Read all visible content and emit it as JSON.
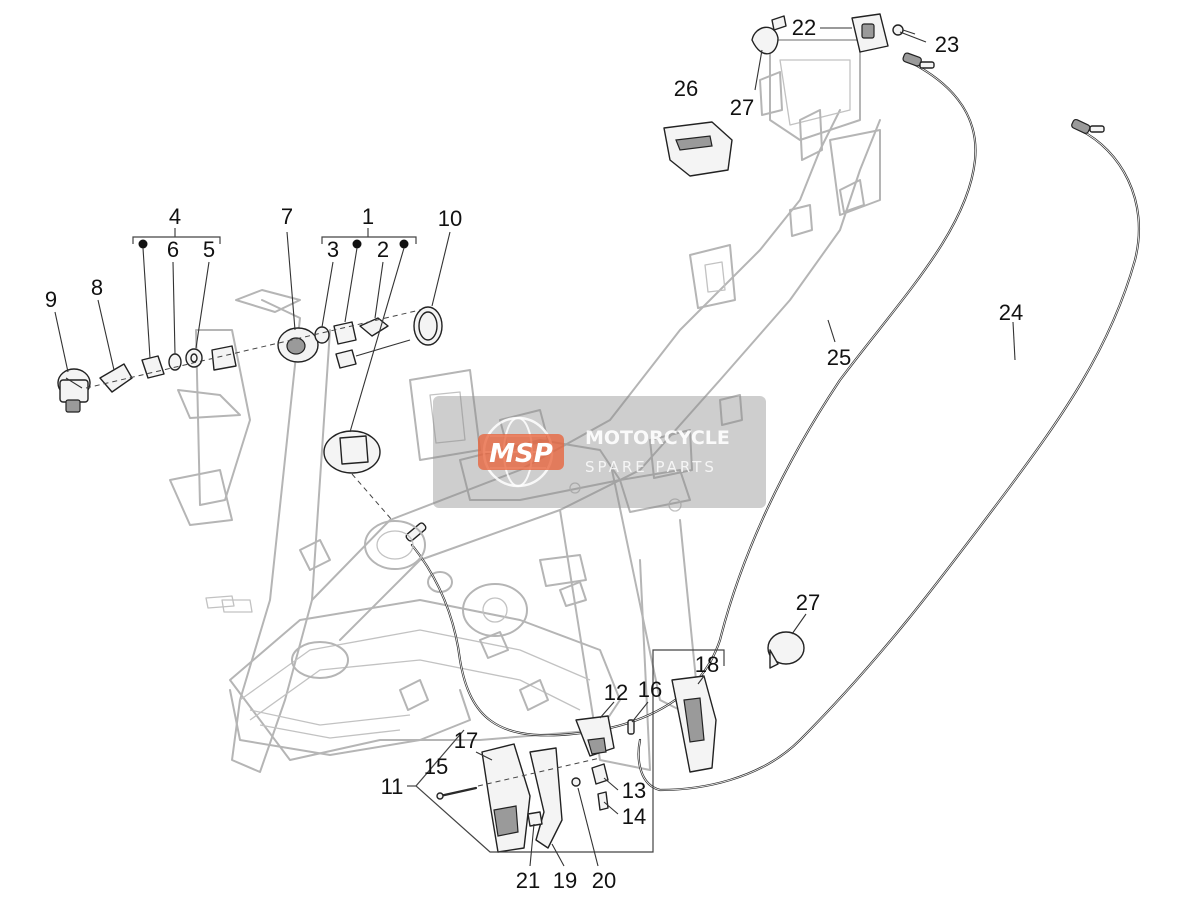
{
  "callouts": [
    {
      "id": "c1",
      "label": "1"
    },
    {
      "id": "c2",
      "label": "2"
    },
    {
      "id": "c3",
      "label": "3"
    },
    {
      "id": "c4",
      "label": "4"
    },
    {
      "id": "c5",
      "label": "5"
    },
    {
      "id": "c6",
      "label": "6"
    },
    {
      "id": "c7",
      "label": "7"
    },
    {
      "id": "c8",
      "label": "8"
    },
    {
      "id": "c9",
      "label": "9"
    },
    {
      "id": "c10",
      "label": "10"
    },
    {
      "id": "c11",
      "label": "11"
    },
    {
      "id": "c12",
      "label": "12"
    },
    {
      "id": "c13",
      "label": "13"
    },
    {
      "id": "c14",
      "label": "14"
    },
    {
      "id": "c15",
      "label": "15"
    },
    {
      "id": "c16",
      "label": "16"
    },
    {
      "id": "c17",
      "label": "17"
    },
    {
      "id": "c18",
      "label": "18"
    },
    {
      "id": "c19",
      "label": "19"
    },
    {
      "id": "c20",
      "label": "20"
    },
    {
      "id": "c21",
      "label": "21"
    },
    {
      "id": "c22",
      "label": "22"
    },
    {
      "id": "c23",
      "label": "23"
    },
    {
      "id": "c24",
      "label": "24"
    },
    {
      "id": "c25",
      "label": "25"
    },
    {
      "id": "c26",
      "label": "26"
    },
    {
      "id": "c27a",
      "label": "27"
    },
    {
      "id": "c27b",
      "label": "27"
    }
  ],
  "watermark": {
    "logo_text": "MSP",
    "title": "MOTORCYCLE",
    "subtitle": "SPARE PARTS",
    "accent_color": "#e8643c"
  }
}
